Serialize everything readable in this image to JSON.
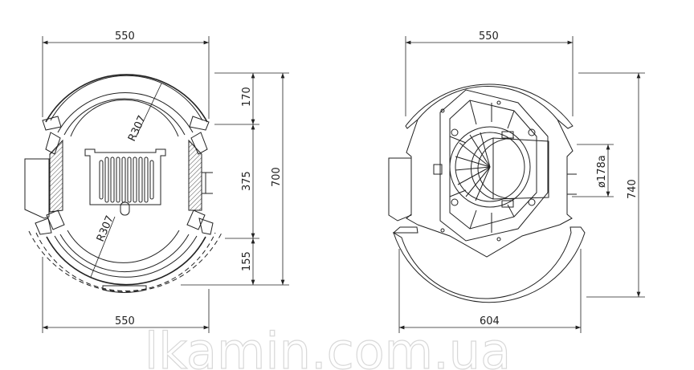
{
  "left_view": {
    "dim_top_width": "550",
    "dim_bottom_width": "550",
    "dim_top_section": "170",
    "dim_middle_section": "375",
    "dim_bottom_section": "155",
    "dim_total_height": "700",
    "radius_top": "R307",
    "radius_bottom": "R307"
  },
  "right_view": {
    "dim_top_width": "550",
    "dim_bottom_width": "604",
    "dim_total_height": "740",
    "dim_flue_diameter": "ø178a"
  },
  "watermark": "lkamin.com.ua"
}
